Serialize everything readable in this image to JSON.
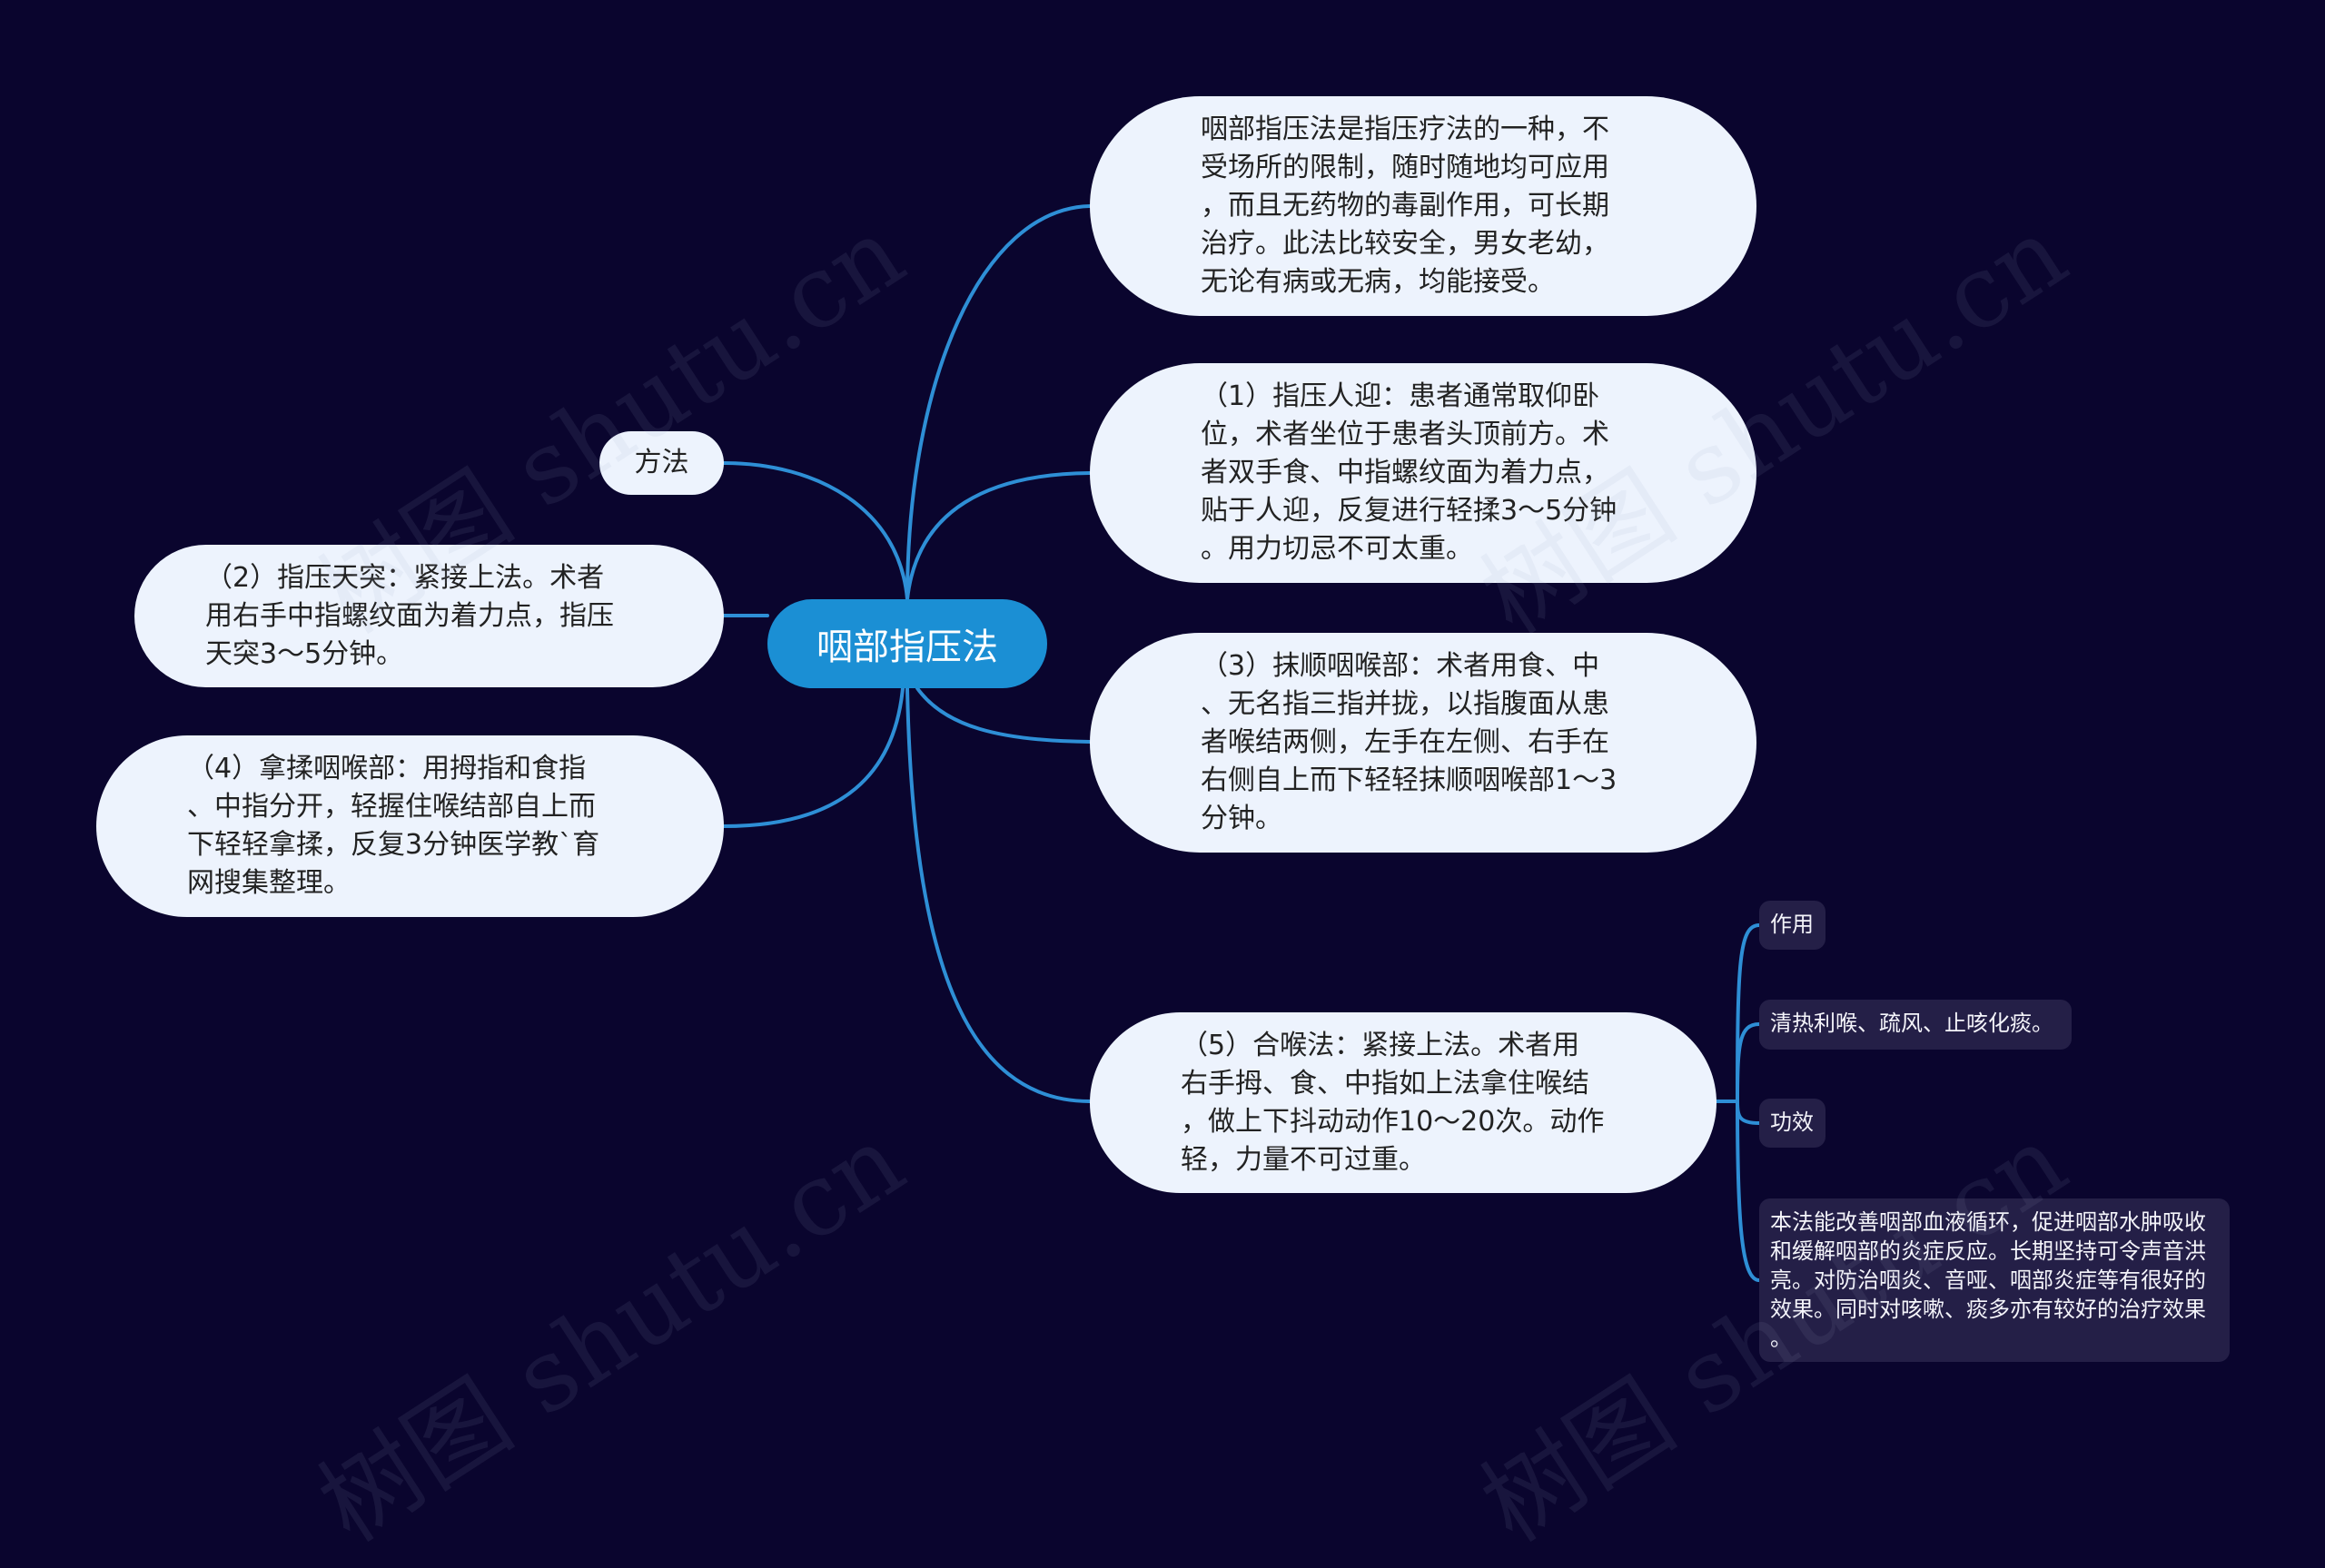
{
  "colors": {
    "background": "#0a052e",
    "root_fill": "#1b8fd4",
    "branch_fill": "#edf3fd",
    "leaf_fill": "#241f47",
    "connector": "#2e8fd6"
  },
  "mindmap": {
    "root": {
      "label": "咽部指压法"
    },
    "right_branches": [
      {
        "id": "intro",
        "text": "咽部指压法是指压疗法的一种，不\n受场所的限制，随时随地均可应用\n，而且无药物的毒副作用，可长期\n治疗。此法比较安全，男女老幼，\n无论有病或无病，均能接受。"
      },
      {
        "id": "step1",
        "text": "（1）指压人迎：患者通常取仰卧\n位，术者坐位于患者头顶前方。术\n者双手食、中指螺纹面为着力点，\n贴于人迎，反复进行轻揉3～5分钟\n。用力切忌不可太重。"
      },
      {
        "id": "step3",
        "text": "（3）抹顺咽喉部：术者用食、中\n、无名指三指并拢，以指腹面从患\n者喉结两侧，左手在左侧、右手在\n右侧自上而下轻轻抹顺咽喉部1～3\n分钟。"
      },
      {
        "id": "step5",
        "text": "（5）合喉法：紧接上法。术者用\n右手拇、食、中指如上法拿住喉结\n，做上下抖动动作10～20次。动作\n轻，力量不可过重。",
        "children": [
          {
            "text": "作用"
          },
          {
            "text": "清热利喉、疏风、止咳化痰。"
          },
          {
            "text": "功效"
          },
          {
            "text": "本法能改善咽部血液循环，促进咽部水肿吸收\n和缓解咽部的炎症反应。长期坚持可令声音洪\n亮。对防治咽炎、音哑、咽部炎症等有很好的\n效果。同时对咳嗽、痰多亦有较好的治疗效果\n。"
          }
        ]
      }
    ],
    "left_branches": [
      {
        "id": "method",
        "text": "方法"
      },
      {
        "id": "step2",
        "text": "（2）指压天突：紧接上法。术者\n用右手中指螺纹面为着力点，指压\n天突3～5分钟。"
      },
      {
        "id": "step4",
        "text": "（4）拿揉咽喉部：用拇指和食指\n、中指分开，轻握住喉结部自上而\n下轻轻拿揉，反复3分钟医学教`育\n网搜集整理。"
      }
    ]
  },
  "watermark": {
    "text": "树图 shutu.cn"
  }
}
